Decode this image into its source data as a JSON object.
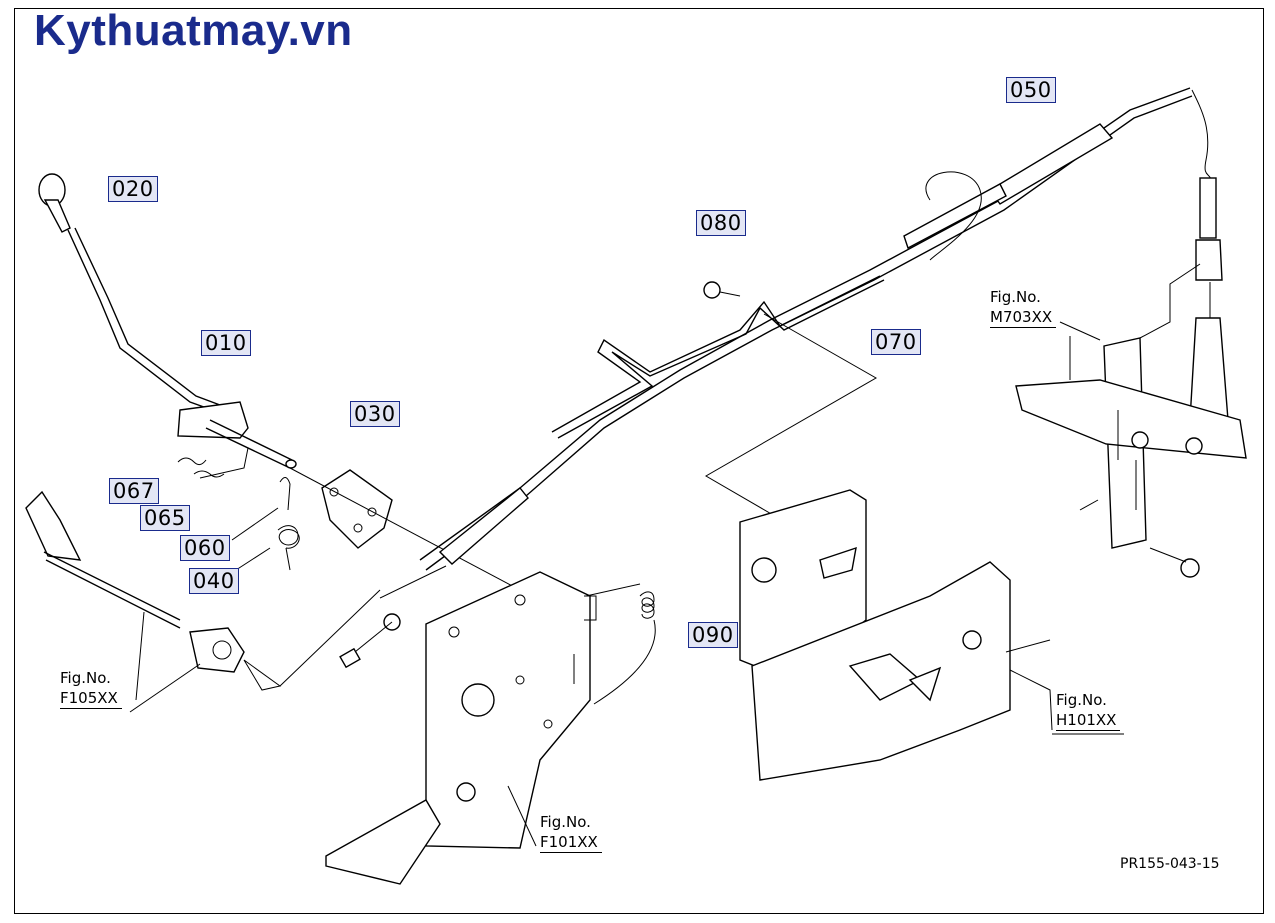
{
  "brand": "Kythuatmay.vn",
  "callouts": {
    "c010": "010",
    "c020": "020",
    "c030": "030",
    "c040": "040",
    "c050": "050",
    "c060": "060",
    "c065": "065",
    "c067": "067",
    "c070": "070",
    "c080": "080",
    "c090": "090"
  },
  "figure_refs": {
    "f105": {
      "label": "Fig.No.",
      "code": "F105XX"
    },
    "f101": {
      "label": "Fig.No.",
      "code": "F101XX"
    },
    "h101": {
      "label": "Fig.No.",
      "code": "H101XX"
    },
    "m703": {
      "label": "Fig.No.",
      "code": "M703XX"
    }
  },
  "diagram_code": "PR155-043-15",
  "colors": {
    "brand": "#1a2b8c",
    "callout_fill": "#e3e6f5",
    "callout_border": "#1a2b8c"
  }
}
